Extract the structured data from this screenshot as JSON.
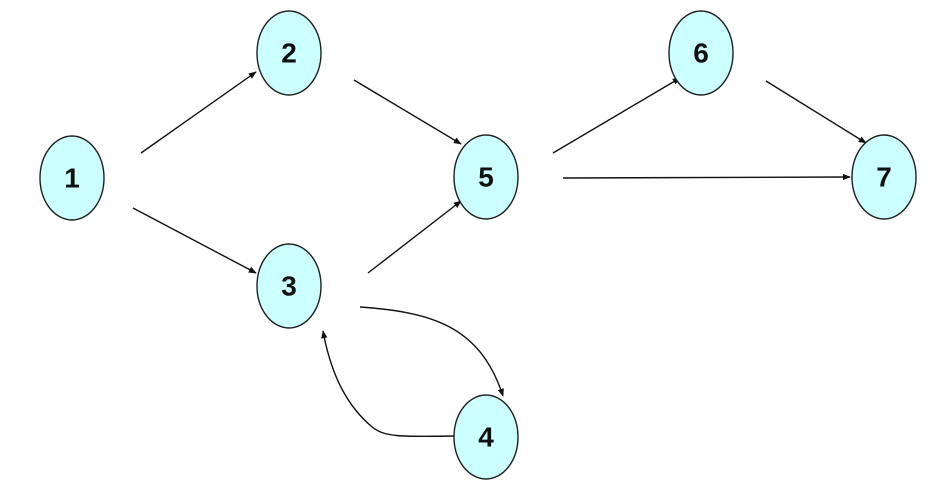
{
  "diagram": {
    "nodes": [
      {
        "id": "n1",
        "label": "1"
      },
      {
        "id": "n2",
        "label": "2"
      },
      {
        "id": "n3",
        "label": "3"
      },
      {
        "id": "n4",
        "label": "4"
      },
      {
        "id": "n5",
        "label": "5"
      },
      {
        "id": "n6",
        "label": "6"
      },
      {
        "id": "n7",
        "label": "7"
      }
    ],
    "edges": [
      {
        "from": "n1",
        "to": "n2"
      },
      {
        "from": "n1",
        "to": "n3"
      },
      {
        "from": "n2",
        "to": "n5"
      },
      {
        "from": "n3",
        "to": "n5"
      },
      {
        "from": "n3",
        "to": "n4"
      },
      {
        "from": "n4",
        "to": "n3"
      },
      {
        "from": "n5",
        "to": "n6"
      },
      {
        "from": "n5",
        "to": "n7"
      },
      {
        "from": "n6",
        "to": "n7"
      }
    ],
    "colors": {
      "node_fill": "#ccffff",
      "node_stroke": "#1f1f1f",
      "edge": "#111111"
    }
  }
}
